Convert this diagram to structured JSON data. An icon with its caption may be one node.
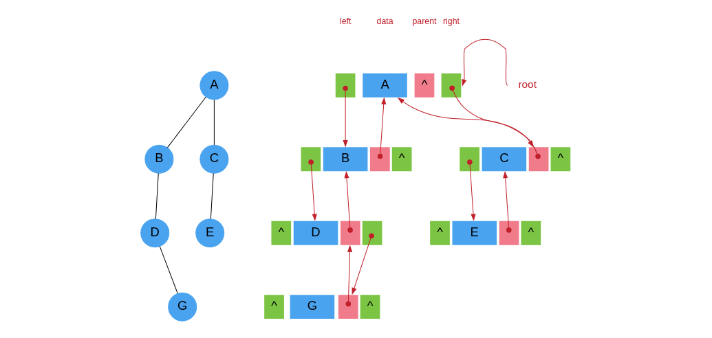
{
  "diagram": {
    "nodes": [
      {
        "text": [
          "A"
        ]
      },
      {
        "text": [
          "B"
        ]
      },
      {
        "text": [
          "C"
        ]
      },
      {
        "text": [
          "D"
        ]
      },
      {
        "text": [
          "E"
        ]
      },
      {
        "text": [
          "G"
        ]
      },
      {
        "text": [],
        "shape": "box"
      },
      {
        "text": [
          "A"
        ]
      },
      {
        "text": [
          "^"
        ]
      },
      {
        "text": [],
        "shape": "box"
      },
      {
        "text": [
          "root"
        ]
      },
      {
        "text": [],
        "shape": "box"
      },
      {
        "text": [
          "B"
        ]
      },
      {
        "text": [],
        "shape": "box"
      },
      {
        "text": [
          "^"
        ]
      },
      {
        "text": [],
        "shape": "box"
      },
      {
        "text": [
          "C"
        ]
      },
      {
        "text": [],
        "shape": "box"
      },
      {
        "text": [
          "^"
        ]
      },
      {
        "text": [
          "^"
        ]
      },
      {
        "text": [
          "D"
        ]
      },
      {
        "text": [],
        "shape": "box"
      },
      {
        "text": [],
        "shape": "box"
      },
      {
        "text": [
          "^"
        ]
      },
      {
        "text": [
          "E"
        ]
      },
      {
        "text": [],
        "shape": "box"
      },
      {
        "text": [
          "^"
        ]
      },
      {
        "text": [
          "^"
        ]
      },
      {
        "text": [
          "G"
        ]
      },
      {
        "text": [],
        "shape": "box"
      },
      {
        "text": [
          "^"
        ]
      }
    ],
    "edges": [
      {
        "from": 0,
        "to": 1,
        "arrow": "none",
        "color": "#000000"
      },
      {
        "from": 0,
        "to": 2,
        "arrow": "none",
        "color": "#000000"
      },
      {
        "from": 1,
        "to": 3,
        "arrow": "none",
        "color": "#000000"
      },
      {
        "from": 2,
        "to": 4,
        "arrow": "none",
        "color": "#000000"
      },
      {
        "from": 3,
        "to": 5,
        "arrow": "none",
        "color": "#000000"
      },
      {
        "from": 10,
        "to": 9,
        "arrow": "to"
      },
      {
        "from": 6,
        "to": 12,
        "arrow": "to"
      },
      {
        "from": 13,
        "to": 7,
        "arrow": "to"
      },
      {
        "from": 9,
        "to": 17,
        "arrow": "to"
      },
      {
        "from": 17,
        "to": 7,
        "arrow": "to"
      },
      {
        "from": 11,
        "to": 20,
        "arrow": "to"
      },
      {
        "from": 21,
        "to": 12,
        "arrow": "to"
      },
      {
        "from": 15,
        "to": 24,
        "arrow": "to"
      },
      {
        "from": 25,
        "to": 16,
        "arrow": "to"
      },
      {
        "from": 22,
        "to": 29,
        "arrow": "to"
      },
      {
        "from": 29,
        "to": 21,
        "arrow": "to"
      }
    ],
    "labels": [
      "left",
      "data",
      "parent",
      "right"
    ]
  }
}
